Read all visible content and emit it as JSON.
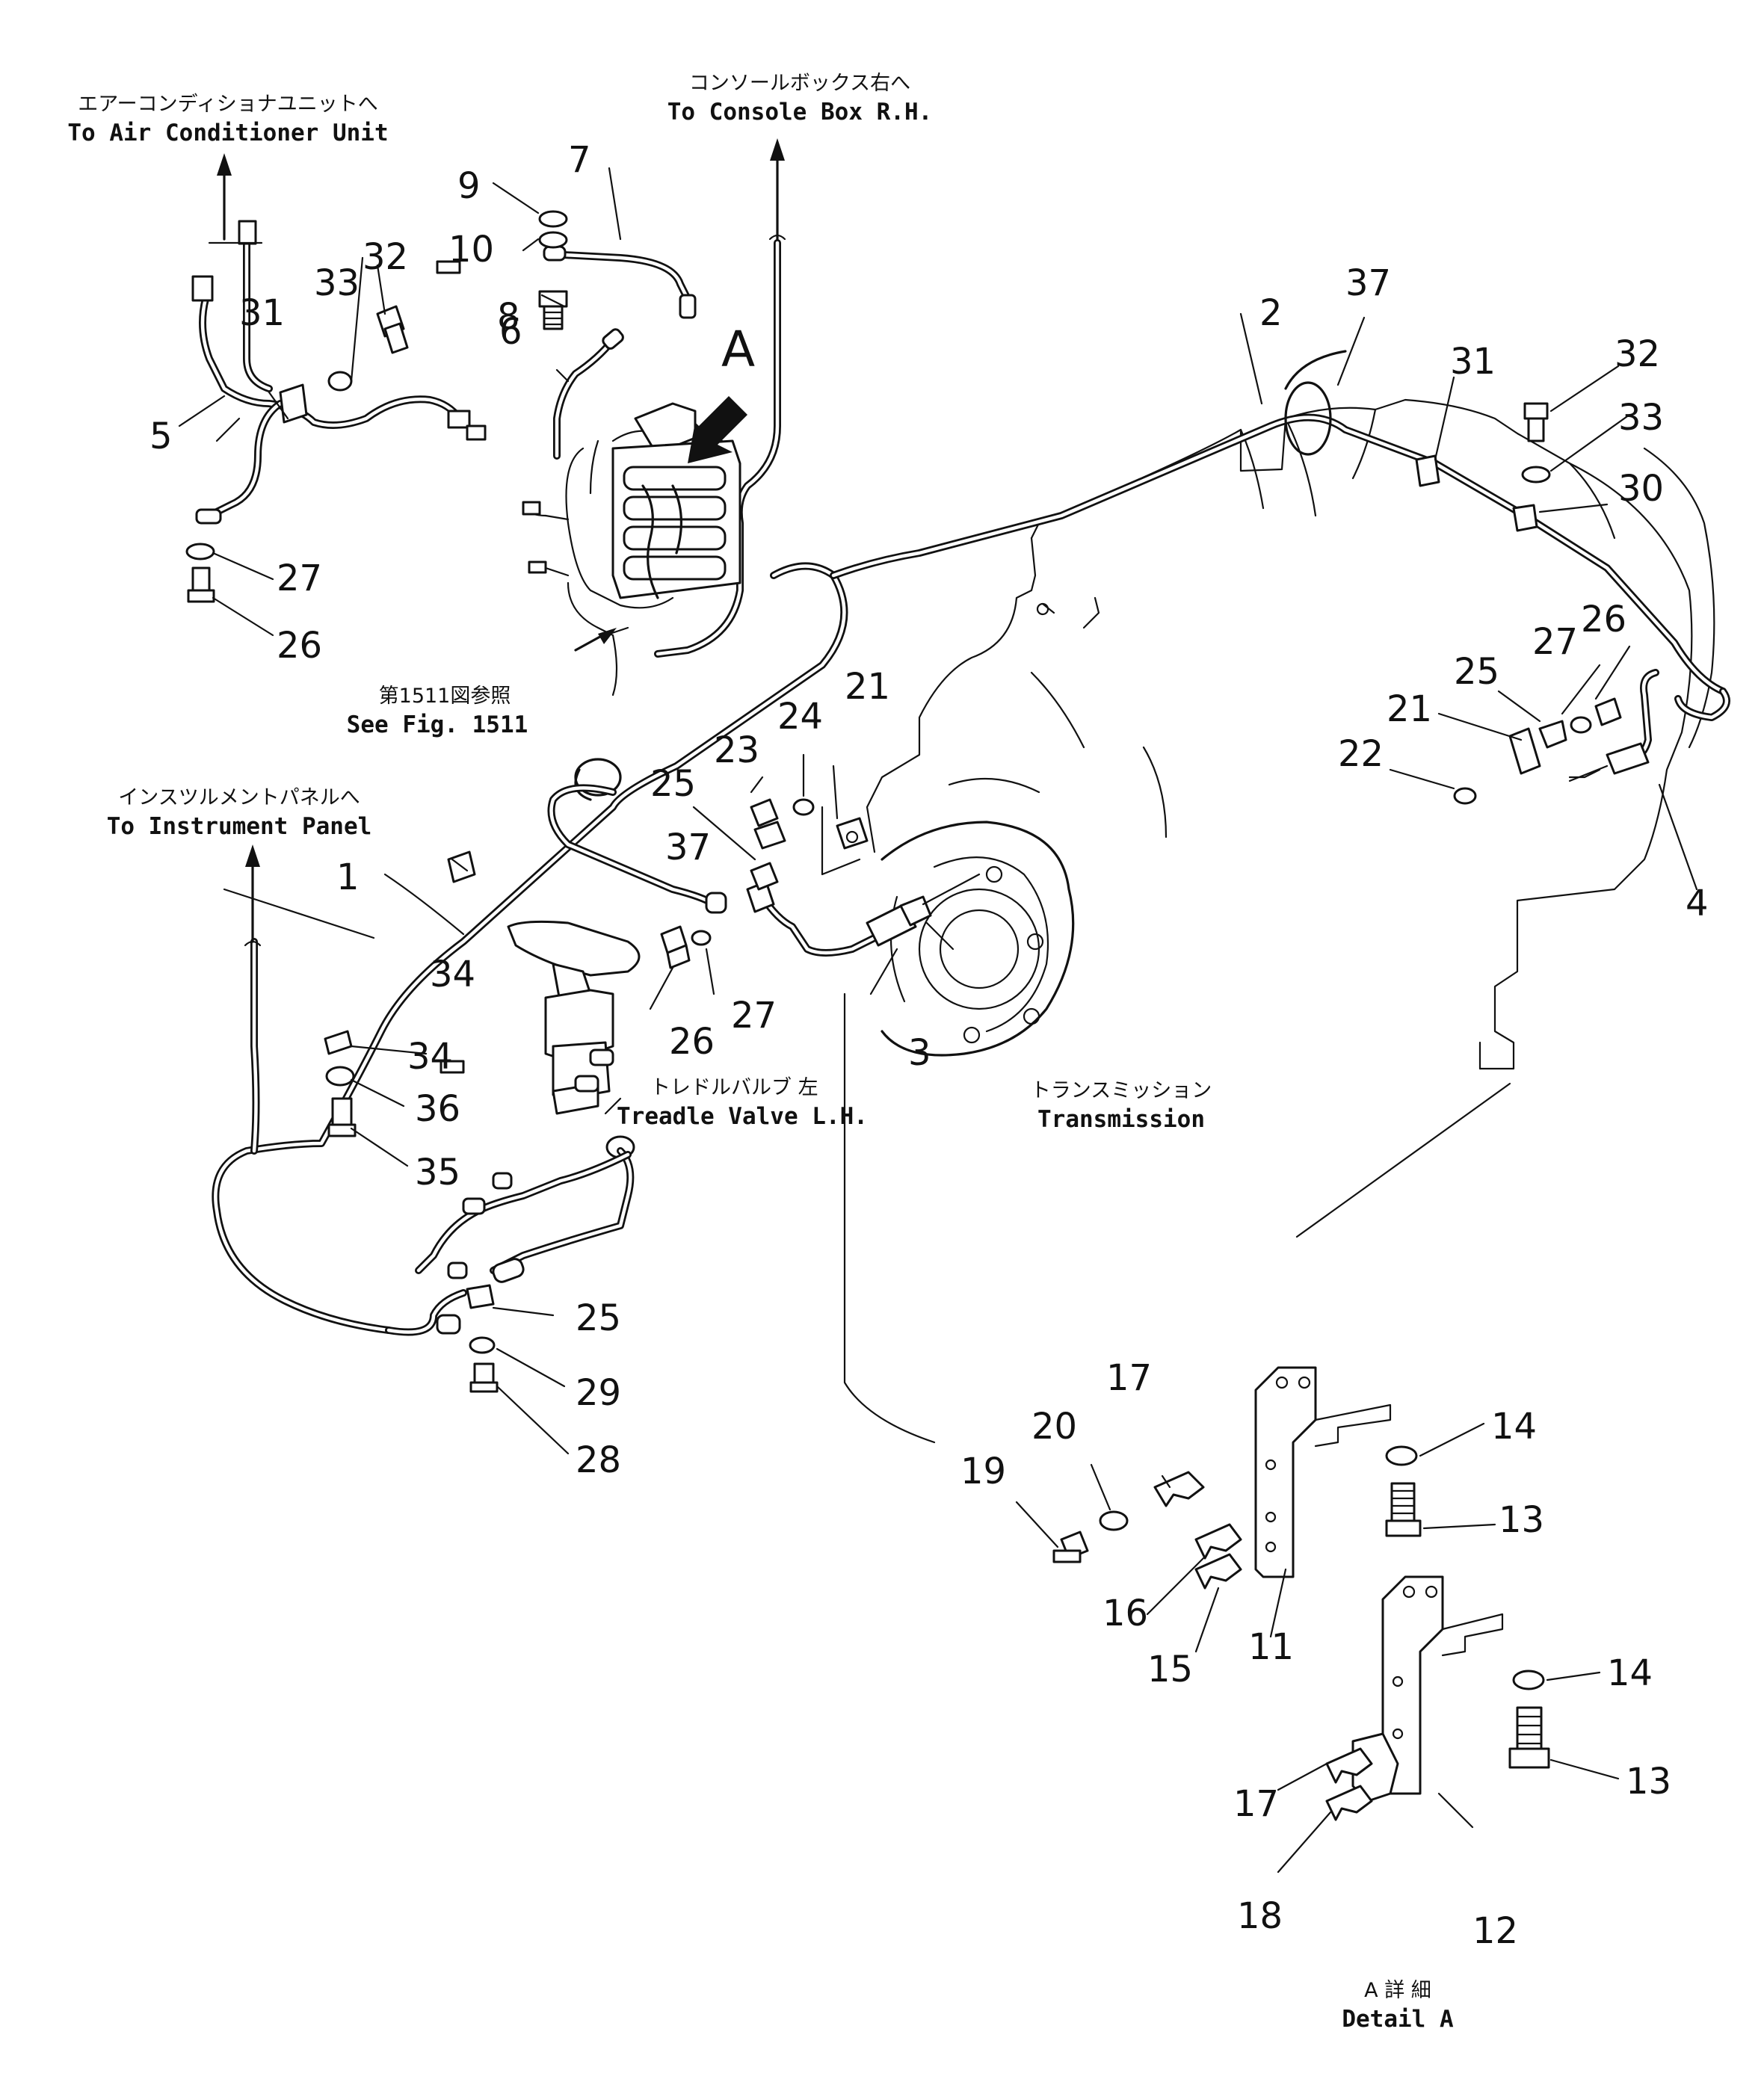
{
  "callouts": {
    "air_conditioner": {
      "jp": "エアーコンディショナユニットへ",
      "en": "To Air Conditioner Unit"
    },
    "console_box": {
      "jp": "コンソールボックス右へ",
      "en": "To Console Box R.H."
    },
    "instrument_panel": {
      "jp": "インスツルメントパネルへ",
      "en": "To Instrument Panel"
    },
    "see_fig": {
      "jp": "第1511図参照",
      "en": "See Fig. 1511"
    },
    "treadle_valve": {
      "jp": "トレドルバルブ 左",
      "en": "Treadle Valve L.H."
    },
    "transmission": {
      "jp": "トランスミッション",
      "en": "Transmission"
    },
    "detail": {
      "jp": "A 詳 細",
      "en": "Detail A"
    },
    "view_marker": "A"
  },
  "parts": {
    "p1": "1",
    "p2": "2",
    "p3": "3",
    "p4": "4",
    "p5": "5",
    "p6": "6",
    "p7": "7",
    "p8": "8",
    "p9": "9",
    "p10": "10",
    "p11": "11",
    "p12": "12",
    "p13": "13",
    "p14": "14",
    "p15": "15",
    "p16": "16",
    "p17": "17",
    "p18": "18",
    "p19": "19",
    "p20": "20",
    "p21": "21",
    "p22": "22",
    "p23": "23",
    "p24": "24",
    "p25": "25",
    "p26": "26",
    "p27": "27",
    "p28": "28",
    "p29": "29",
    "p30": "30",
    "p31": "31",
    "p32": "32",
    "p33": "33",
    "p34": "34",
    "p35": "35",
    "p36": "36",
    "p37": "37"
  }
}
